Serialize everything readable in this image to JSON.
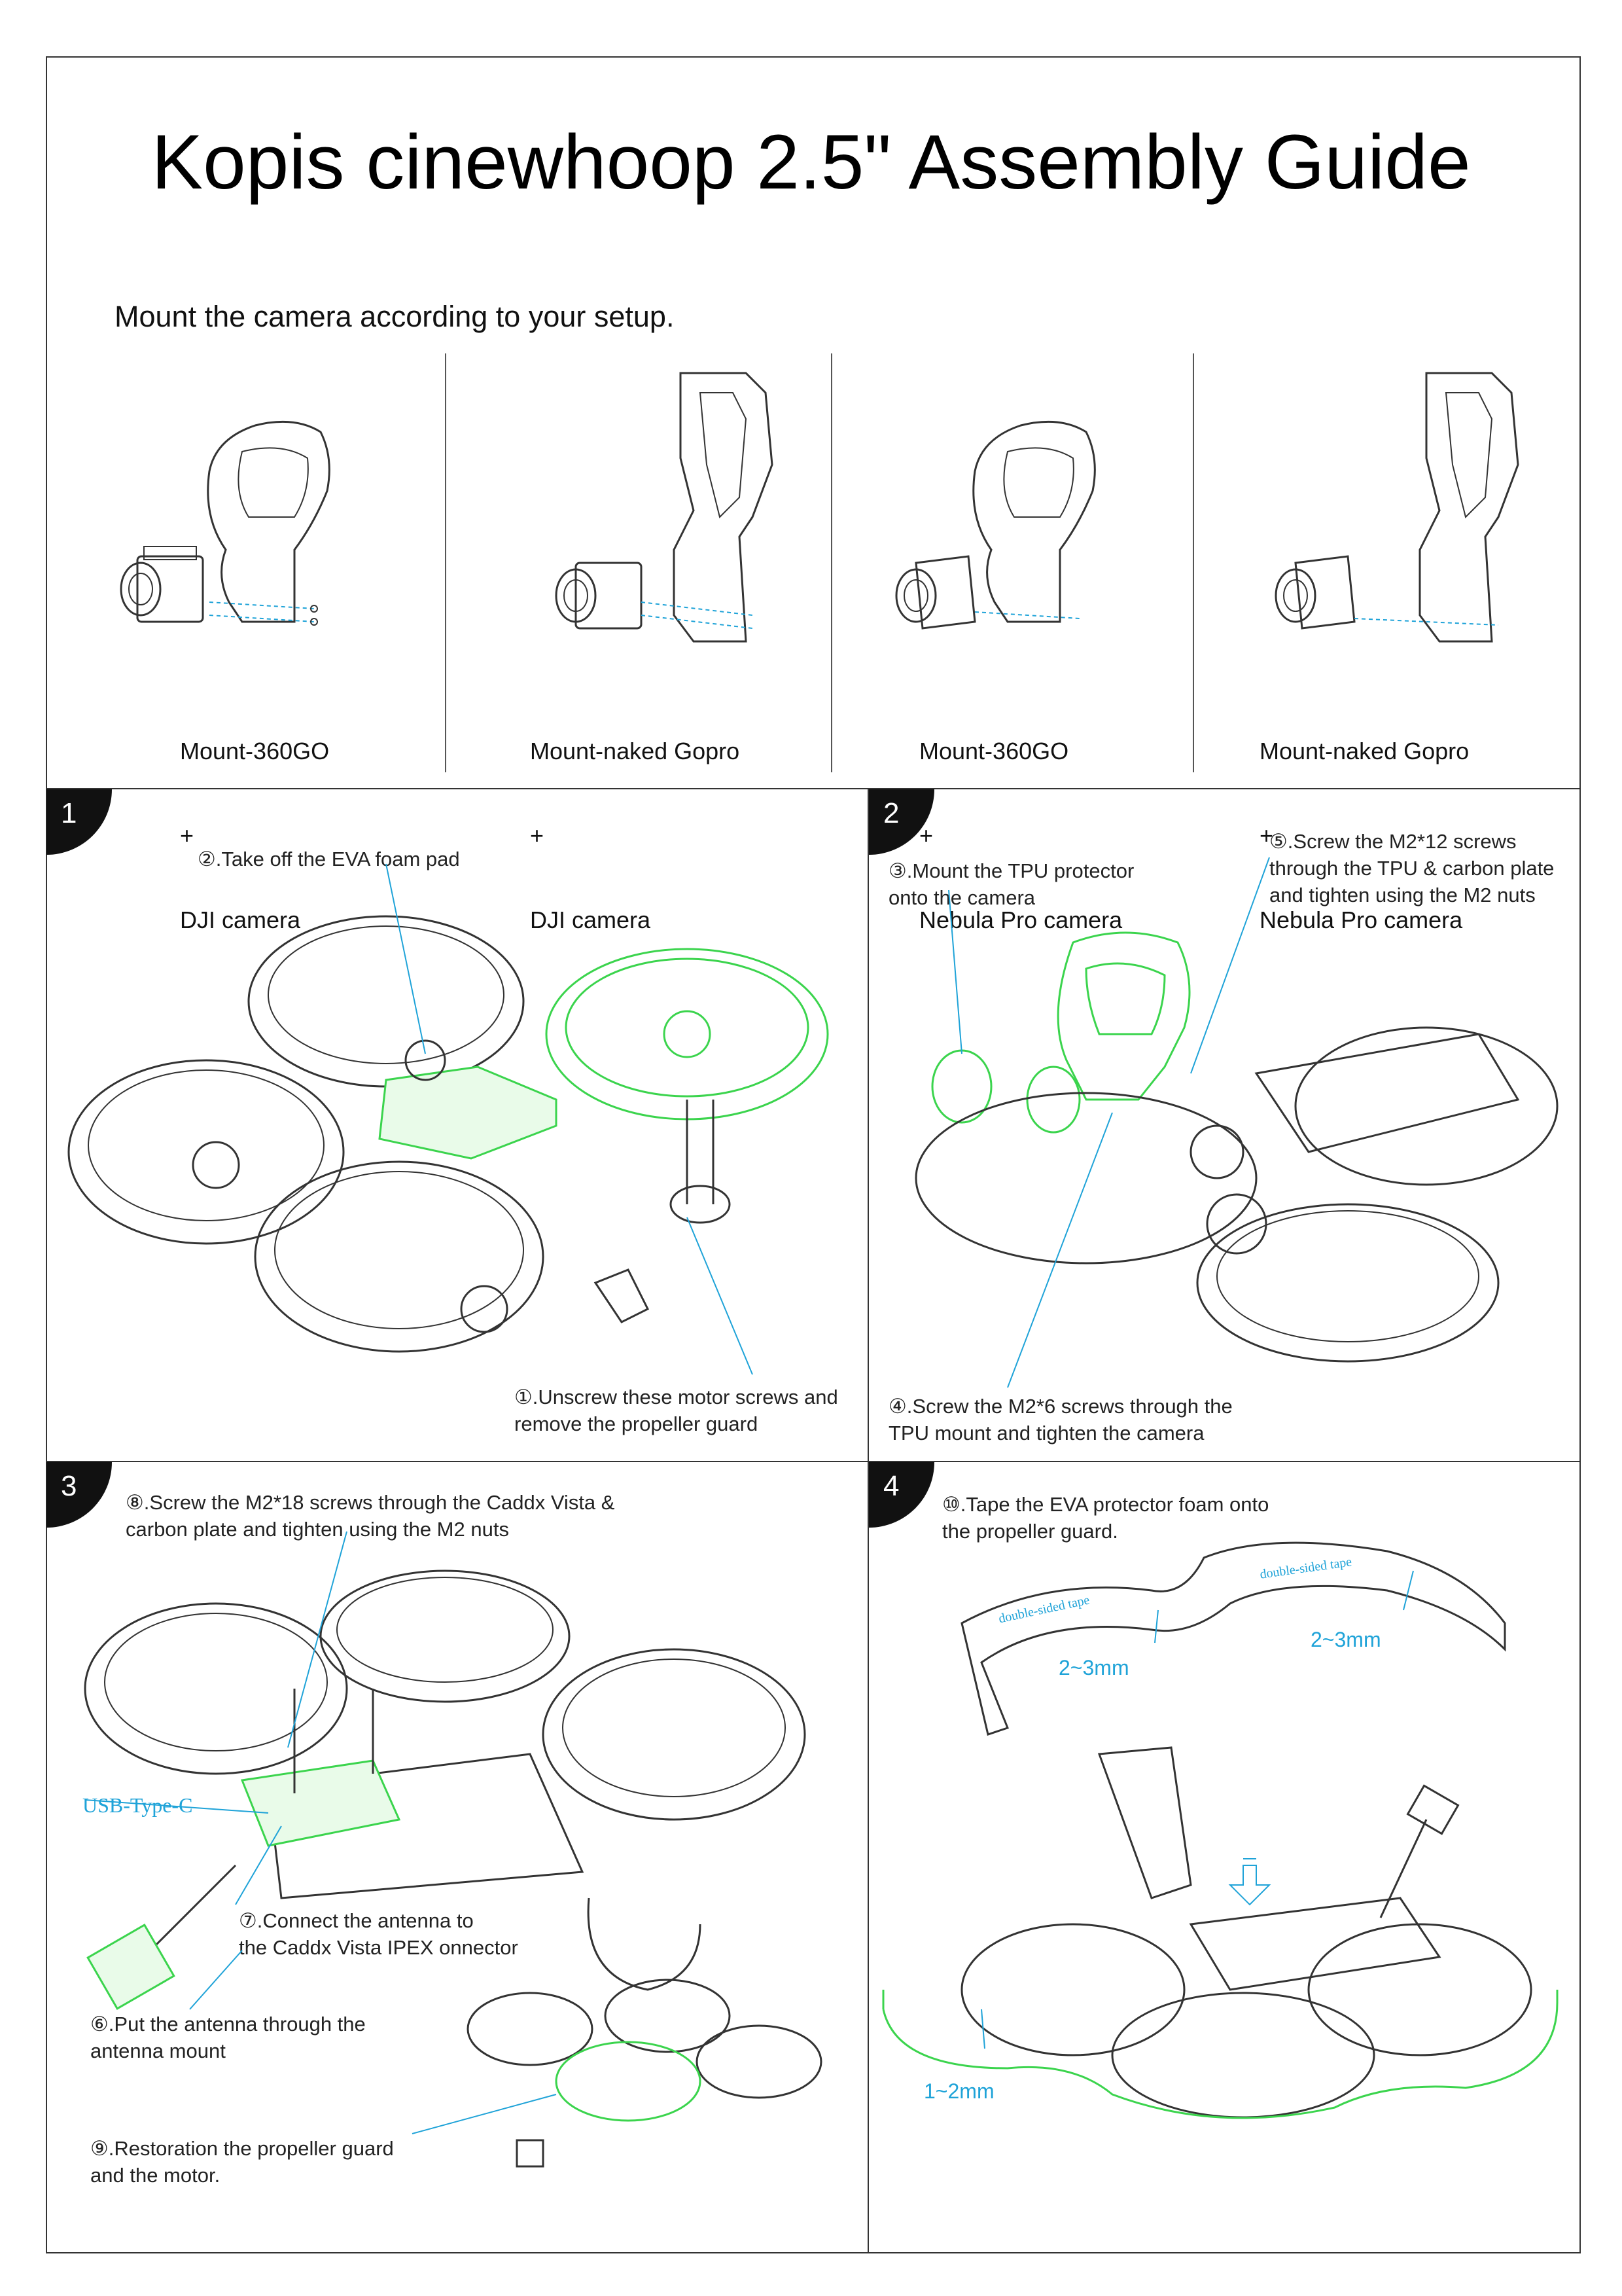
{
  "title": "Kopis cinewhoop 2.5\"  Assembly Guide",
  "intro": "Mount the camera according to your setup.",
  "camera_options": [
    {
      "line1": "Mount-360GO",
      "line2": "+",
      "line3": "DJI camera"
    },
    {
      "line1": "Mount-naked Gopro",
      "line2": "+",
      "line3": "DJI camera"
    },
    {
      "line1": "Mount-360GO",
      "line2": "+",
      "line3": "Nebula Pro camera"
    },
    {
      "line1": "Mount-naked Gopro",
      "line2": "+",
      "line3": "Nebula Pro camera"
    }
  ],
  "steps": [
    {
      "number": "1",
      "notes": [
        "②.Take off the EVA foam pad",
        "①.Unscrew these motor screws and\nremove the propeller guard"
      ]
    },
    {
      "number": "2",
      "notes": [
        "③.Mount the TPU protector\nonto the camera",
        "⑤.Screw the M2*12 screws\nthrough the TPU & carbon plate\nand tighten using the M2 nuts",
        "④.Screw the M2*6 screws through the\nTPU mount and tighten the camera"
      ]
    },
    {
      "number": "3",
      "notes": [
        "⑧.Screw the M2*18 screws through the Caddx Vista &\ncarbon plate and tighten using the M2 nuts",
        "⑦.Connect the antenna to\nthe Caddx Vista IPEX onnector",
        "⑥.Put the antenna through the\nantenna mount",
        "⑨.Restoration the propeller guard\nand the motor."
      ],
      "usb_label": "USB-Type-C"
    },
    {
      "number": "4",
      "notes": [
        "⑩.Tape the EVA protector foam onto\nthe propeller guard."
      ],
      "tape_label": "double-sided tape",
      "dims": [
        "2~3mm",
        "2~3mm",
        "1~2mm"
      ]
    }
  ],
  "colors": {
    "highlight_green": "#3bd44d",
    "callout_blue": "#1fa3d8"
  }
}
